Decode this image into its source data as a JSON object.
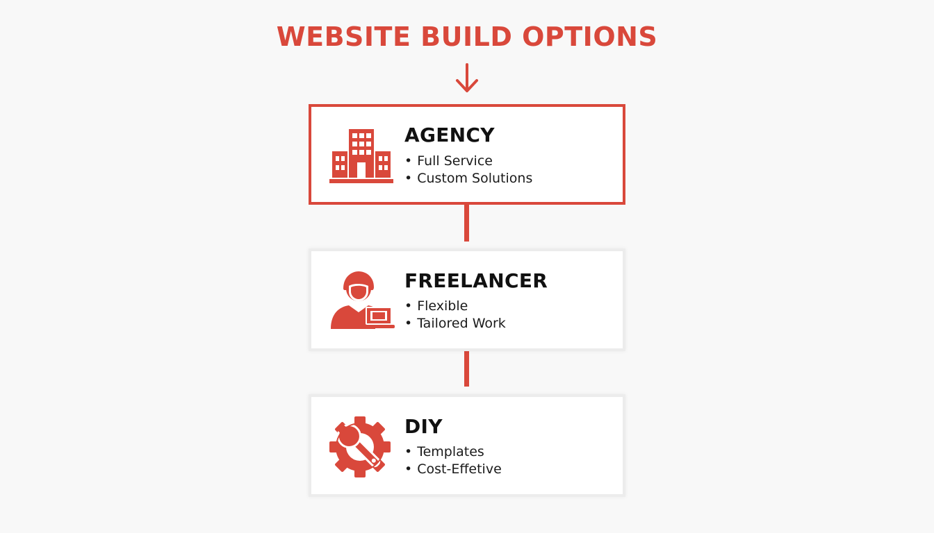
{
  "title": "WEBSITE BUILD OPTIONS",
  "accent_color": "#d9483b",
  "options": [
    {
      "name": "AGENCY",
      "icon": "office-building-icon",
      "highlighted": true,
      "bullets": [
        "Full Service",
        "Custom Solutions"
      ]
    },
    {
      "name": "FREELANCER",
      "icon": "person-with-laptop-icon",
      "highlighted": false,
      "bullets": [
        "Flexible",
        "Tailored Work"
      ]
    },
    {
      "name": "DIY",
      "icon": "gear-wrench-icon",
      "highlighted": false,
      "bullets": [
        "Templates",
        "Cost-Effetive"
      ]
    }
  ]
}
